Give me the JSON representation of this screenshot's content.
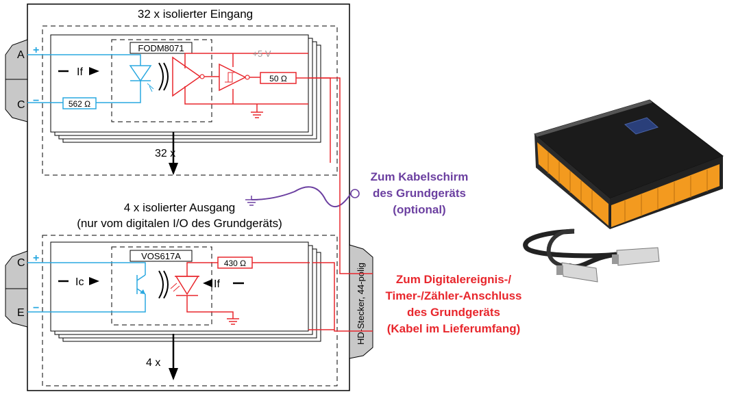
{
  "input_section": {
    "title": "32 x isolierter Eingang",
    "chip": "FODM8071",
    "pin_a": "A",
    "pin_c": "C",
    "plus": "+",
    "minus": "−",
    "resistor_in": "562 Ω",
    "resistor_out": "50 Ω",
    "supply": "+5 V",
    "current": "If",
    "count": "32 x"
  },
  "output_section": {
    "title_line1": "4 x isolierter Ausgang",
    "title_line2": "(nur vom digitalen I/O des Grundgeräts)",
    "chip": "VOS617A",
    "pin_c": "C",
    "pin_e": "E",
    "plus": "+",
    "minus": "−",
    "resistor": "430 Ω",
    "current_c": "Ic",
    "current_f": "If",
    "count": "4 x"
  },
  "connector": {
    "label": "HD-Stecker, 44-polig"
  },
  "shield_note": {
    "line1": "Zum Kabelschirm",
    "line2": "des Grundgeräts",
    "line3": "(optional)"
  },
  "digital_note": {
    "line1": "Zum Digitalereignis-/",
    "line2": "Timer-/Zähler-Anschluss",
    "line3": "des Grundgeräts",
    "line4": "(Kabel im Lieferumfang)"
  },
  "colors": {
    "cyan": "#29a8e0",
    "red": "#e8262c",
    "purple": "#6b3fa0",
    "connector_gray": "#c8c8c8"
  },
  "icons": [
    "optocoupler-led-icon",
    "phototransistor-icon",
    "amplifier-icon",
    "schmitt-trigger-icon",
    "ground-icon",
    "light-emission-icon",
    "product-photo-icon",
    "cable-photo-icon"
  ]
}
